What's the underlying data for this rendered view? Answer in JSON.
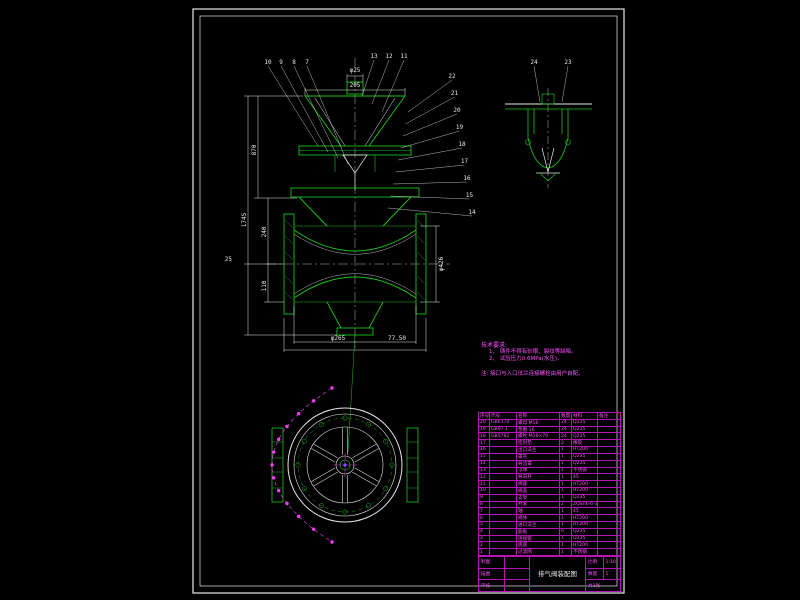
{
  "colors": {
    "line_green": "#18c418",
    "line_white": "#e8e8e8",
    "magenta": "#ff4dff",
    "blue": "#3a57ff"
  },
  "notes": {
    "title": "技术要求:",
    "items": [
      "1、 铸件不得有砂眼、裂纹等缺陷。",
      "2、 试验压力0.6MPa(水压)。"
    ],
    "remark": "注: 接口与入口法兰连接螺栓由用户自配。"
  },
  "dims": {
    "d1": "φ25",
    "d2": "205",
    "d3": "870",
    "d4": "1745",
    "d5": "240",
    "d6": "110",
    "d7": "25",
    "d8": "77.50",
    "d9": "φ265",
    "d10": "φ426"
  },
  "callouts": {
    "top_left": [
      "10",
      "9",
      "8",
      "7"
    ],
    "top_mid": [
      "13",
      "12",
      "11"
    ],
    "right_fan": [
      "22",
      "21",
      "20",
      "19",
      "18",
      "17",
      "16",
      "15",
      "14"
    ],
    "side_view": [
      "24",
      "23"
    ]
  },
  "parts_table": {
    "headers": [
      "序号",
      "代号",
      "名称",
      "数量",
      "材料",
      "备注"
    ],
    "rows": [
      [
        "20",
        "GB6170",
        "螺母 M16",
        "24",
        "Q235",
        ""
      ],
      [
        "19",
        "GB97.1",
        "垫圈 16",
        "24",
        "Q235",
        ""
      ],
      [
        "18",
        "GB5782",
        "螺栓 M16×70",
        "24",
        "Q235",
        ""
      ],
      [
        "17",
        "",
        "密封垫",
        "2",
        "橡胶",
        ""
      ],
      [
        "16",
        "",
        "出口法兰",
        "1",
        "HT200",
        ""
      ],
      [
        "15",
        "",
        "罩壳",
        "1",
        "Q235",
        ""
      ],
      [
        "14",
        "",
        "导流罩",
        "1",
        "Q235",
        ""
      ],
      [
        "13",
        "",
        "浮球",
        "1",
        "不锈钢",
        ""
      ],
      [
        "12",
        "",
        "导向杆",
        "1",
        "45",
        ""
      ],
      [
        "11",
        "",
        "阀座",
        "1",
        "HT200",
        ""
      ],
      [
        "10",
        "",
        "阀盖",
        "1",
        "HT200",
        ""
      ],
      [
        "9",
        "",
        "支架",
        "1",
        "Q235",
        ""
      ],
      [
        "8",
        "",
        "衬套",
        "2",
        "ZQSn6-6-3",
        ""
      ],
      [
        "7",
        "",
        "轴",
        "1",
        "45",
        ""
      ],
      [
        "6",
        "",
        "阀体",
        "1",
        "HT200",
        ""
      ],
      [
        "5",
        "",
        "进口法兰",
        "1",
        "HT200",
        ""
      ],
      [
        "4",
        "",
        "筋板",
        "6",
        "Q235",
        ""
      ],
      [
        "3",
        "",
        "连接管",
        "1",
        "Q235",
        ""
      ],
      [
        "2",
        "",
        "底座",
        "1",
        "HT200",
        ""
      ],
      [
        "1",
        "",
        "过滤网",
        "1",
        "不锈钢",
        ""
      ]
    ]
  },
  "title_block": {
    "roles": [
      "制图",
      "描图",
      "审核"
    ],
    "name": "排气阀装配图",
    "scale_label": "比例",
    "scale": "1:10",
    "qty_label": "数量",
    "qty": "1",
    "sheet": "共1张"
  }
}
